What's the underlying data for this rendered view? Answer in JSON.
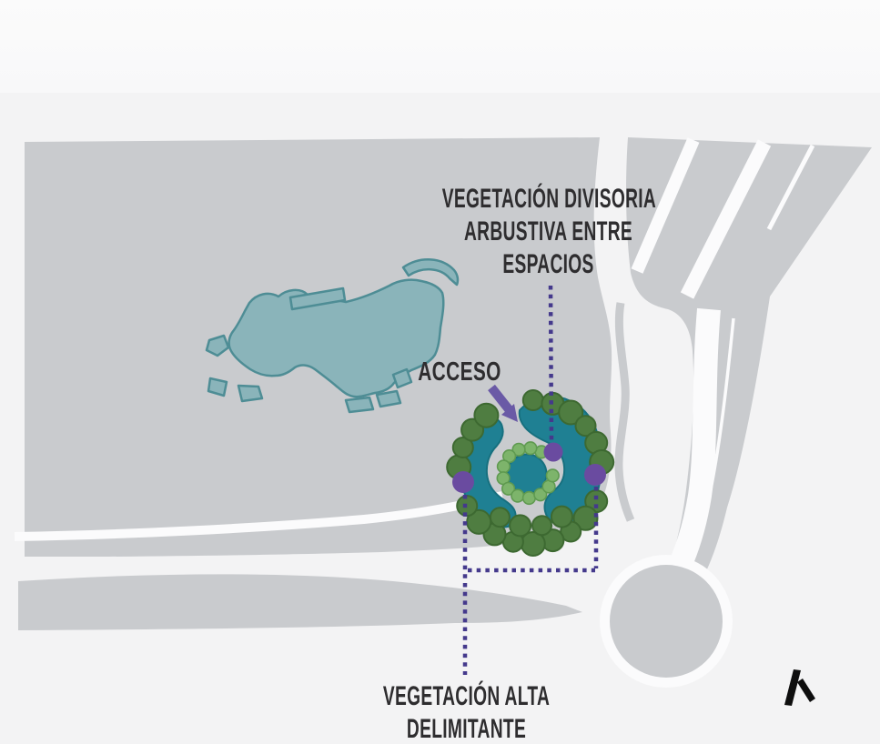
{
  "page": {
    "type": "landscape-architecture-annotation-diagram"
  },
  "labels": {
    "divisoria": {
      "lines": [
        "VEGETACIÓN DIVISORIA",
        "ARBUSTIVA ENTRE",
        "ESPACIOS"
      ]
    },
    "acceso": "ACCESO",
    "delimitante": {
      "lines": [
        "VEGETACIÓN ALTA",
        "DELIMITANTE"
      ]
    }
  },
  "icons": {
    "access_arrow": "arrow-down-right",
    "logo": "brand-logo-lambda"
  },
  "colors": {
    "background": "#f3f3f4",
    "background_top": "#fafafa",
    "land_gray": "#c9cbce",
    "road_white": "#fbfbfc",
    "building_teal_fill": "#8ab4ba",
    "building_teal_edge": "#4e8d95",
    "garden_teal_fill": "#1f8093",
    "garden_teal_edge": "#17707f",
    "tree_green_fill": "#4f7d41",
    "tree_green_edge": "#3d6931",
    "shrub_green_fill": "#7db46b",
    "shrub_green_edge": "#5f9a50",
    "node_purple": "#6a4ba0",
    "arrow_purple": "#6a5aa6",
    "dotted_line": "#44398c",
    "text": "#2e2d2f",
    "logo": "#0e0e0e"
  }
}
